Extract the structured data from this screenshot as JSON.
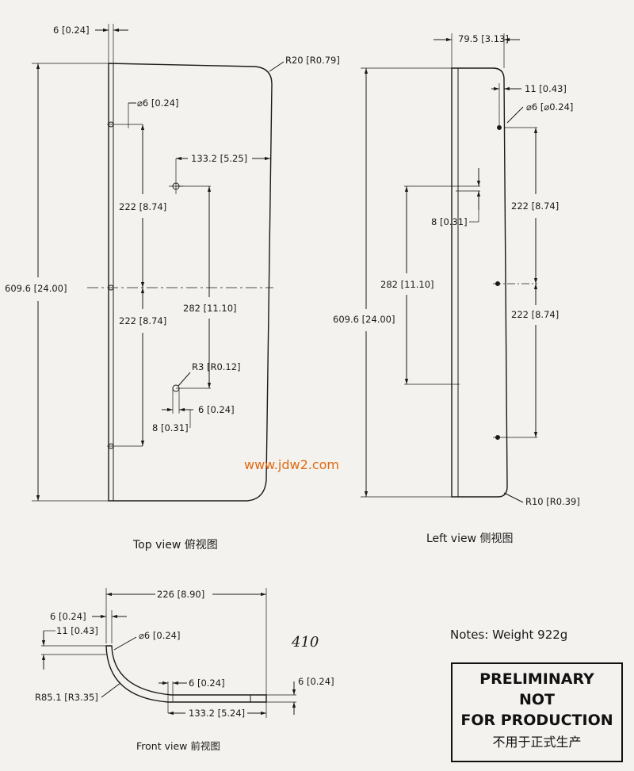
{
  "top_view": {
    "caption": "Top view 俯视图",
    "dims": {
      "thickness": "6 [0.24]",
      "corner_radius": "R20 [R0.79]",
      "hole_dia": "⌀6 [0.24]",
      "hole_offset": "133.2 [5.25]",
      "pitch_upper": "222 [8.74]",
      "pitch_lower": "222 [8.74]",
      "overall_length": "609.6 [24.00]",
      "slot_length": "282 [11.10]",
      "slot_radius": "R3 [R0.12]",
      "slot_width": "6 [0.24]",
      "slot_span": "8 [0.31]"
    }
  },
  "left_view": {
    "caption": "Left view 侧视图",
    "dims": {
      "flange": "79.5 [3.13]",
      "edge_offset": "11 [0.43]",
      "hole_dia": "⌀6 [⌀0.24]",
      "pitch_upper": "222 [8.74]",
      "pitch_lower": "222 [8.74]",
      "slot_width": "8 [0.31]",
      "slot_length": "282 [11.10]",
      "overall_length": "609.6 [24.00]",
      "corner_radius": "R10 [R0.39]"
    }
  },
  "front_view": {
    "caption": "Front view 前视图",
    "dims": {
      "overall_width": "226 [8.90]",
      "thickness_a": "6 [0.24]",
      "edge_offset": "11 [0.43]",
      "hole_dia": "⌀6 [0.24]",
      "bend_radius": "R85.1 [R3.35]",
      "slot_width": "6 [0.24]",
      "thickness_b": "6 [0.24]",
      "slot_offset": "133.2 [5.24]"
    }
  },
  "watermark": "www.jdw2.com",
  "handwritten_note": "410",
  "notes": "Notes: Weight 922g",
  "stamp": {
    "line1": "PRELIMINARY",
    "line2": "NOT",
    "line3": "FOR PRODUCTION",
    "line4": "不用于正式生产"
  }
}
